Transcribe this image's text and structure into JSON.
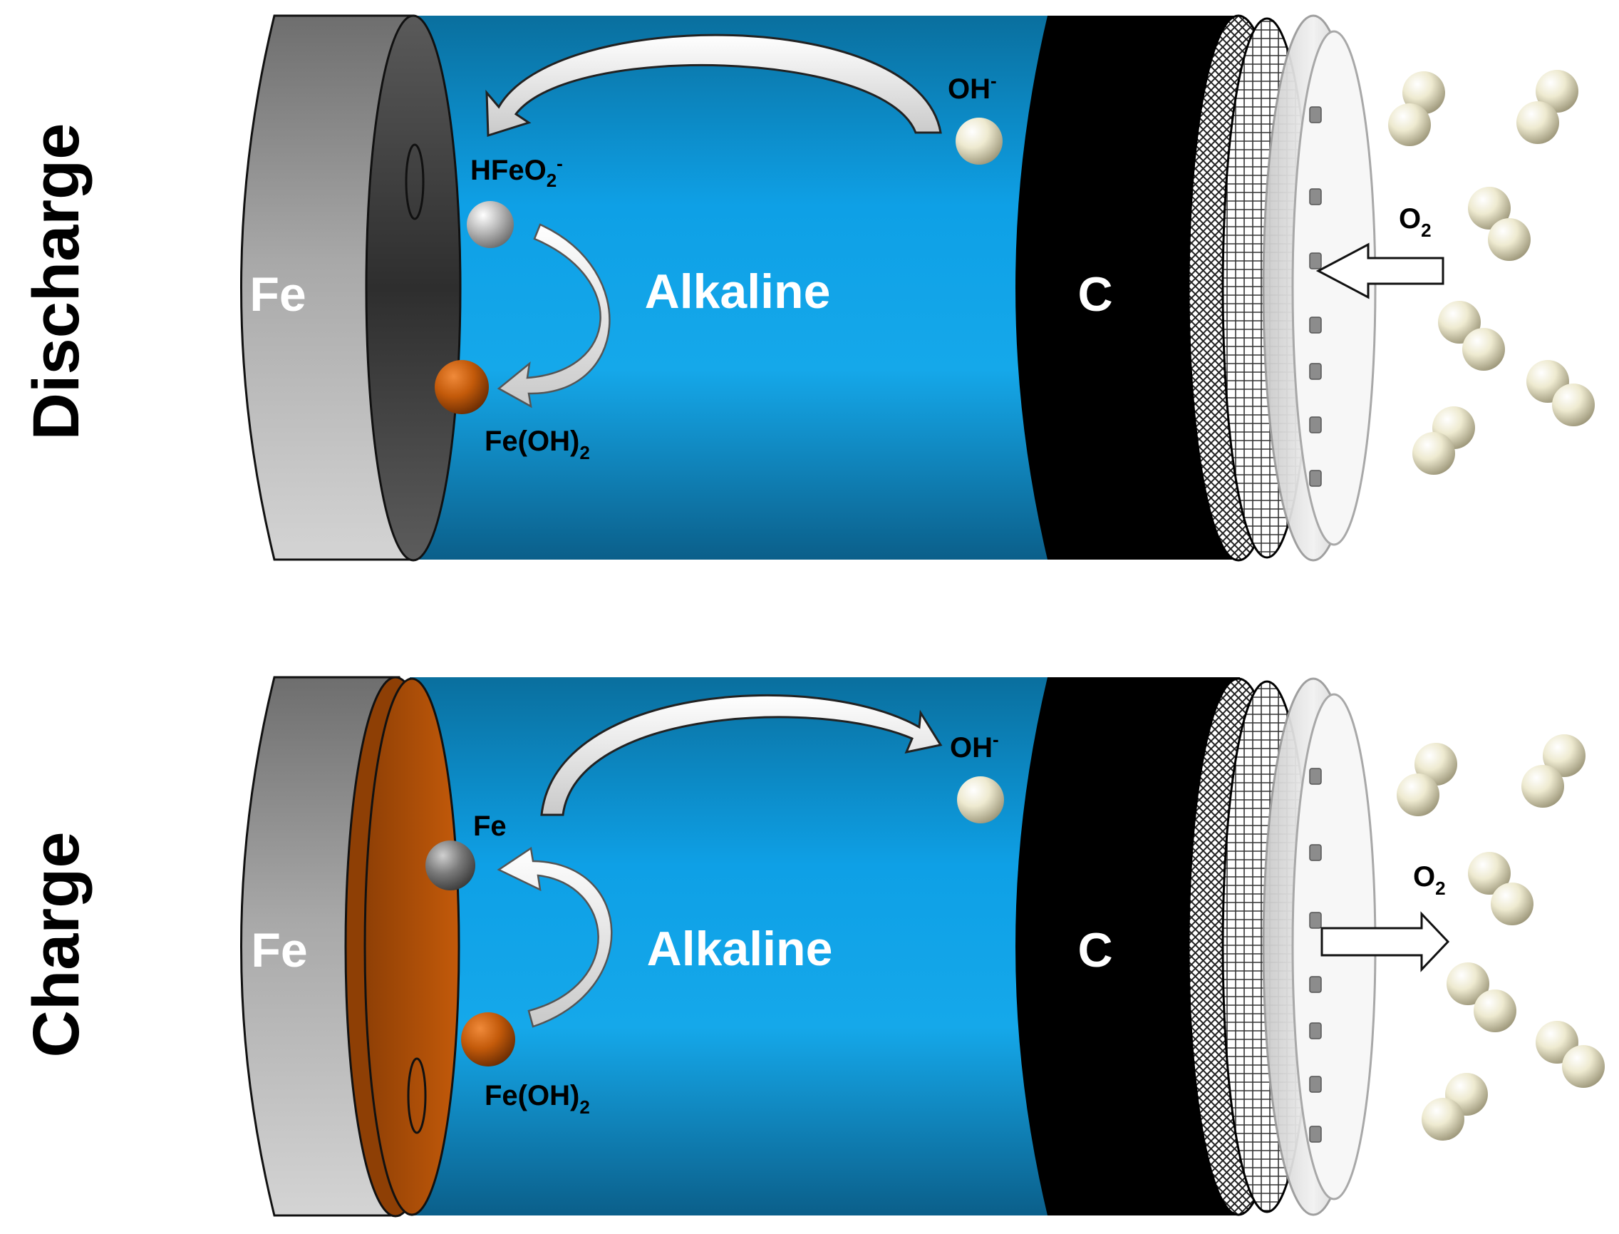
{
  "panels": [
    {
      "id": "discharge",
      "side_label": "Discharge",
      "anode": "Fe",
      "electrolyte": "Alkaline",
      "cathode": "C",
      "hydroxide": {
        "base": "OH",
        "sup": "-"
      },
      "intermediate": {
        "base": "HFeO",
        "sub": "2",
        "sup": "-"
      },
      "product": {
        "base": "Fe(OH)",
        "sub": "2"
      },
      "oxygen": {
        "base": "O",
        "sub": "2"
      },
      "o2_flow": "in"
    },
    {
      "id": "charge",
      "side_label": "Charge",
      "anode": "Fe",
      "electrolyte": "Alkaline",
      "cathode": "C",
      "hydroxide": {
        "base": "OH",
        "sup": "-"
      },
      "metal": "Fe",
      "reactant": {
        "base": "Fe(OH)",
        "sub": "2"
      },
      "oxygen": {
        "base": "O",
        "sub": "2"
      },
      "o2_flow": "out"
    }
  ],
  "colors": {
    "electrolyte": "#0ea0e6",
    "iron_metal": "#8a8a8a",
    "iron_hydroxide": "#c35a0a",
    "carbon": "#000000",
    "oxygen_ball": "#eeead0"
  }
}
